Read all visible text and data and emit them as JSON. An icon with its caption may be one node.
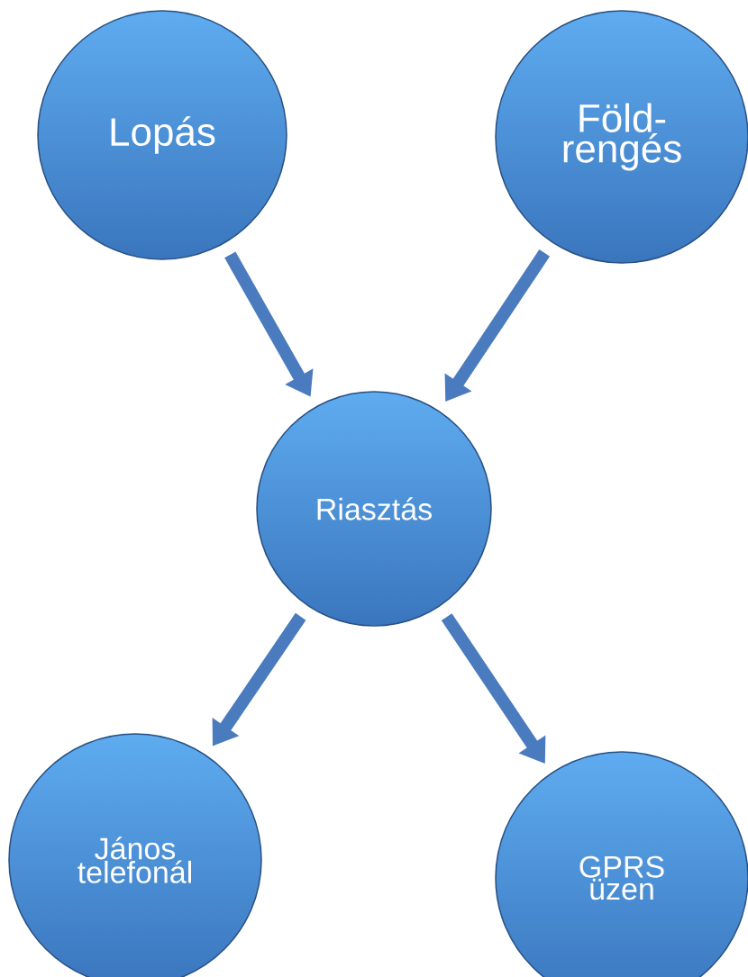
{
  "diagram": {
    "nodes": [
      {
        "text": [
          "Lopás"
        ]
      },
      {
        "text": [
          "Föld- rengés"
        ]
      },
      {
        "text": [
          "Riasztás"
        ]
      },
      {
        "text": [
          "János telefonál"
        ]
      },
      {
        "text": [
          "GPRS üzen"
        ]
      }
    ],
    "edges": [
      {
        "from": 0,
        "to": 2,
        "arrow": "to"
      },
      {
        "from": 1,
        "to": 2,
        "arrow": "to"
      },
      {
        "from": 2,
        "to": 3,
        "arrow": "to"
      },
      {
        "from": 2,
        "to": 4,
        "arrow": "to"
      }
    ]
  }
}
